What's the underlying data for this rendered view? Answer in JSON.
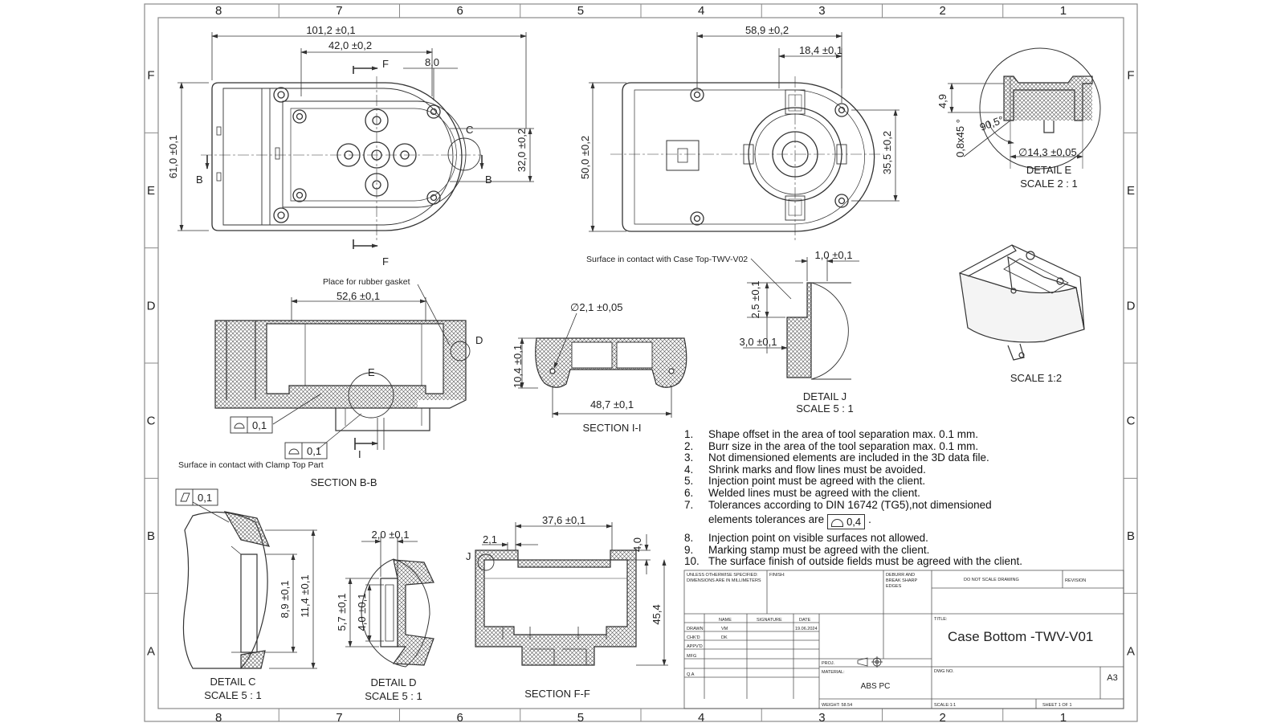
{
  "colors": {
    "line": "#333333",
    "hatch": "#555555",
    "frame": "#8a8a8a"
  },
  "zones": {
    "columns": [
      "8",
      "7",
      "6",
      "5",
      "4",
      "3",
      "2",
      "1"
    ],
    "rows": [
      "F",
      "E",
      "D",
      "C",
      "B",
      "A"
    ]
  },
  "views": {
    "top_left": {
      "dim_width": "101,2 ±0,1",
      "dim_mid": "42,0 ±0,2",
      "dim_small": "8,0",
      "dim_height": "61,0 ±0,1",
      "dim_inner_h": "32,0 ±0,2",
      "mark_f": "F",
      "mark_b": "B",
      "mark_c": "C"
    },
    "top_right": {
      "dim_width": "58,9 ±0,2",
      "dim_small": "18,4 ±0,1",
      "dim_height": "50,0 ±0,2",
      "dim_inner_h": "35,5 ±0,2",
      "surface_note": "Surface in contact with Case Top-TWV-V02"
    },
    "section_bb": {
      "title": "SECTION B-B",
      "dim_width": "52,6 ±0,1",
      "gasket_note": "Place for rubber gasket",
      "clamp_note": "Surface in contact with Clamp Top Part",
      "tol1": "0,1",
      "tol2": "0,1",
      "mark_d": "D",
      "mark_e": "E",
      "mark_i": "I"
    },
    "section_ii": {
      "title": "SECTION I-I",
      "dim_dia": "∅2,1 ±0,05",
      "dim_height": "10,4 ±0,1",
      "dim_width": "48,7 ±0,1"
    },
    "detail_j": {
      "title": "DETAIL J",
      "scale": "SCALE 5 : 1",
      "dim_top": "1,0 ±0,1",
      "dim_vert": "2,5 ±0,1",
      "dim_horiz": "3,0 ±0,1"
    },
    "detail_e": {
      "title": "DETAIL E",
      "scale": "SCALE 2 : 1",
      "dim_49": "4,9",
      "dim_chamfer": "0,8x45 °",
      "dim_angle": "90,5°",
      "dim_dia": "∅14,3 ±0,05"
    },
    "iso": {
      "scale": "SCALE 1:2"
    },
    "detail_c": {
      "title": "DETAIL C",
      "scale": "SCALE 5 : 1",
      "flat": "0,1",
      "dim_a": "8,9 ±0,1",
      "dim_b": "11,4 ±0,1"
    },
    "detail_d": {
      "title": "DETAIL D",
      "scale": "SCALE 5 : 1",
      "dim_top": "2,0 ±0,1",
      "dim_a": "5,7 ±0,1",
      "dim_b": "4,0 ±0,1"
    },
    "section_ff": {
      "title": "SECTION F-F",
      "dim_width": "37,6 ±0,1",
      "dim_small": "2,1",
      "dim_4": "4,0",
      "dim_h": "45,4",
      "mark_j": "J"
    }
  },
  "notes": [
    {
      "n": "1.",
      "t": "Shape offset in the area of tool separation max. 0.1 mm."
    },
    {
      "n": "2.",
      "t": "Burr size in the area of the tool separation max. 0.1 mm."
    },
    {
      "n": "3.",
      "t": "Not dimensioned elements are included in the 3D data file."
    },
    {
      "n": "4.",
      "t": "Shrink marks and flow lines must be avoided."
    },
    {
      "n": "5.",
      "t": "Injection point must be agreed with the client."
    },
    {
      "n": "6.",
      "t": "Welded lines must be agreed with the client."
    },
    {
      "n": "7.",
      "t": "Tolerances according to DIN 16742 (TG5),not dimensioned",
      "t2": "elements tolerances are",
      "tol": "0,4"
    },
    {
      "n": "8.",
      "t": "Injection point on visible surfaces not allowed."
    },
    {
      "n": "9.",
      "t": "Marking stamp must be agreed with the client."
    },
    {
      "n": "10.",
      "t": "The surface finish of outside fields must be agreed with the client."
    }
  ],
  "title_block": {
    "unless": "UNLESS OTHERWISE SPECIFIED:",
    "dims_mm": "DIMENSIONS ARE IN MILLIMETERS",
    "finish": "FINISH:",
    "deburr": "DEBURR AND",
    "break": "BREAK SHARP",
    "edges": "EDGES",
    "no_scale": "DO NOT SCALE DRAWING",
    "revision": "REVISION",
    "h_name": "NAME",
    "h_signature": "SIGNATURE",
    "h_date": "DATE",
    "drawn": "DRAWN",
    "drawn_name": "VM",
    "drawn_date": "19.06.2024",
    "chkd": "CHK'D",
    "chkd_name": "DK",
    "appvd": "APPV'D",
    "mfg": "MFG",
    "qa": "Q.A",
    "title_label": "TITLE:",
    "title": "Case Bottom -TWV-V01",
    "proj": "PROJ.",
    "material_label": "MATERIAL:",
    "material": "ABS PC",
    "dwg_no": "DWG NO.",
    "size": "A3",
    "weight": "WEIGHT: 58.54",
    "scale": "SCALE:1:1",
    "sheet": "SHEET 1 OF 1"
  }
}
